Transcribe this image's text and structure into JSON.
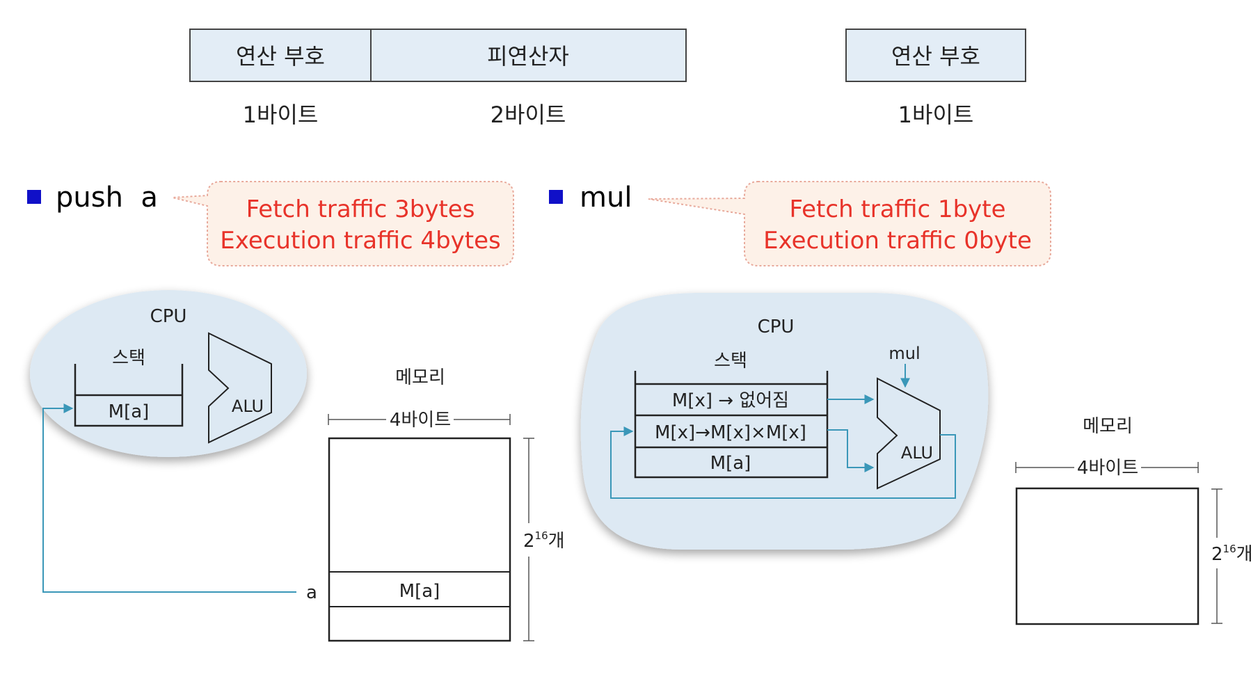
{
  "format": {
    "left_fields": [
      {
        "label": "연산 부호",
        "size": "1바이트"
      },
      {
        "label": "피연산자",
        "size": "2바이트"
      }
    ],
    "right_fields": [
      {
        "label": "연산 부호",
        "size": "1바이트"
      }
    ]
  },
  "push": {
    "bullet_text": "push  a",
    "callout_line1": "Fetch traffic 3bytes",
    "callout_line2": "Execution traffic 4bytes",
    "cpu_label": "CPU",
    "stack_label": "스택",
    "stack_cells": [
      "M[a]"
    ],
    "alu_label": "ALU",
    "memory_title": "메모리",
    "memory_width": "4바이트",
    "memory_depth_base": "2",
    "memory_depth_exp": "16",
    "memory_depth_unit": "개",
    "address_label": "a",
    "memory_cell": "M[a]"
  },
  "mul": {
    "bullet_text": "mul",
    "callout_line1": "Fetch traffic 1byte",
    "callout_line2": "Execution traffic 0byte",
    "cpu_label": "CPU",
    "stack_label": "스택",
    "stack_cells": [
      "M[x] → 없어짐",
      "M[x]→M[x]×M[x]",
      "M[a]"
    ],
    "alu_label": "ALU",
    "alu_input": "mul",
    "memory_title": "메모리",
    "memory_width": "4바이트",
    "memory_depth_base": "2",
    "memory_depth_exp": "16",
    "memory_depth_unit": "개"
  },
  "colors": {
    "header_fill": "#e3edf6",
    "cpu_fill": "#dde9f3",
    "callout_fill": "#fdf1e8",
    "callout_border": "#e8a99b",
    "callout_text": "#e8332a",
    "bullet": "#1010c8",
    "arrow": "#3a97b8"
  },
  "icons": {
    "bullet": "square-bullet-icon",
    "alu": "alu-trapezoid-icon"
  }
}
